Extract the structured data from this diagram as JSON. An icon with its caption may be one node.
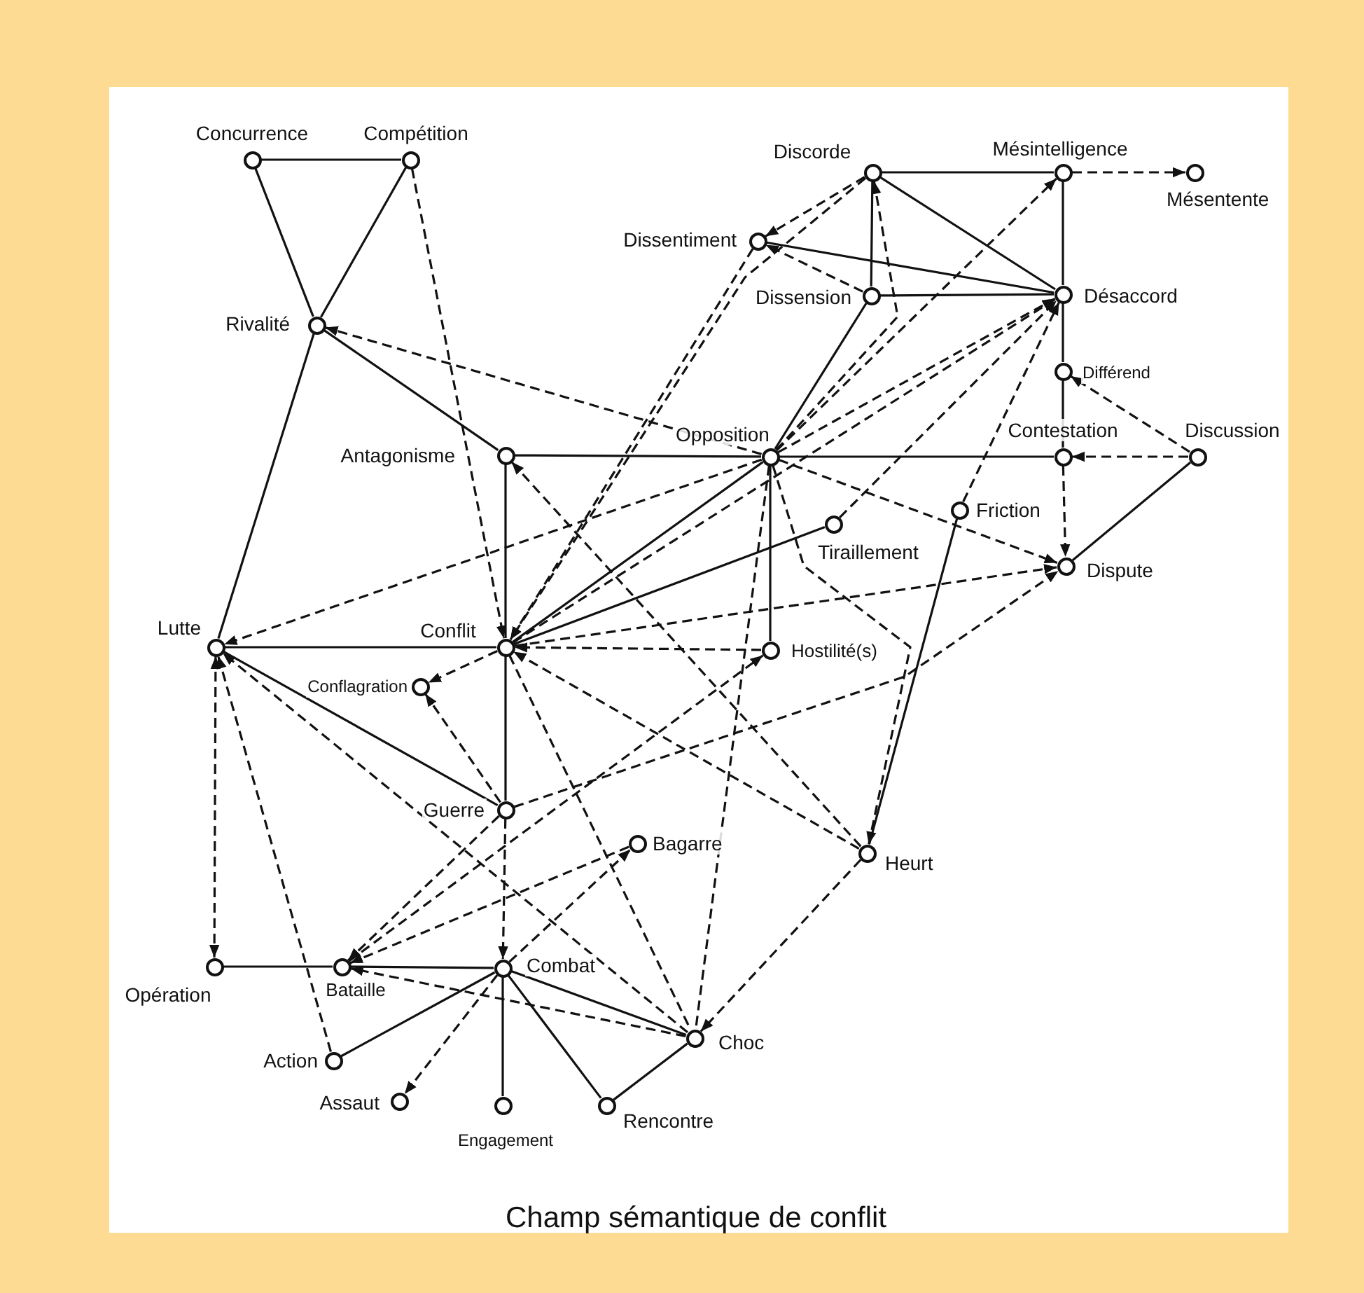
{
  "diagram": {
    "caption": "Champ sémantique de conflit",
    "nodes": [
      {
        "text": [
          "Concurrence"
        ]
      },
      {
        "text": [
          "Compétition"
        ]
      },
      {
        "text": [
          "Rivalité"
        ]
      },
      {
        "text": [
          "Discorde"
        ]
      },
      {
        "text": [
          "Mésintelligence"
        ]
      },
      {
        "text": [
          "Mésentente"
        ]
      },
      {
        "text": [
          "Dissentiment"
        ]
      },
      {
        "text": [
          "Dissension"
        ]
      },
      {
        "text": [
          "Désaccord"
        ]
      },
      {
        "text": [
          "Différend"
        ]
      },
      {
        "text": [
          "Antagonisme"
        ]
      },
      {
        "text": [
          "Opposition"
        ]
      },
      {
        "text": [
          "Contestation"
        ]
      },
      {
        "text": [
          "Discussion"
        ]
      },
      {
        "text": [
          "Friction"
        ]
      },
      {
        "text": [
          "Tiraillement"
        ]
      },
      {
        "text": [
          "Dispute"
        ]
      },
      {
        "text": [
          "Lutte"
        ]
      },
      {
        "text": [
          "Conflit"
        ]
      },
      {
        "text": [
          "Hostilité(s)"
        ]
      },
      {
        "text": [
          "Conflagration"
        ]
      },
      {
        "text": [
          "Guerre"
        ]
      },
      {
        "text": [
          "Bagarre"
        ]
      },
      {
        "text": [
          "Heurt"
        ]
      },
      {
        "text": [
          "Opération"
        ]
      },
      {
        "text": [
          "Bataille"
        ]
      },
      {
        "text": [
          "Combat"
        ]
      },
      {
        "text": [
          "Choc"
        ]
      },
      {
        "text": [
          "Action"
        ]
      },
      {
        "text": [
          "Assaut"
        ]
      },
      {
        "text": [
          "Engagement"
        ]
      },
      {
        "text": [
          "Rencontre"
        ]
      }
    ],
    "edges": [
      {
        "from": 0,
        "to": 1,
        "arrow": "none"
      },
      {
        "from": 0,
        "to": 2,
        "arrow": "none"
      },
      {
        "from": 1,
        "to": 2,
        "arrow": "none"
      },
      {
        "from": 2,
        "to": 17,
        "arrow": "none"
      },
      {
        "from": 2,
        "to": 10,
        "arrow": "none"
      },
      {
        "from": 10,
        "to": 11,
        "arrow": "none"
      },
      {
        "from": 11,
        "to": 12,
        "arrow": "none"
      },
      {
        "from": 10,
        "to": 18,
        "arrow": "none"
      },
      {
        "from": 18,
        "to": 21,
        "arrow": "none"
      },
      {
        "from": 17,
        "to": 18,
        "arrow": "none"
      },
      {
        "from": 17,
        "to": 21,
        "arrow": "none"
      },
      {
        "from": 18,
        "to": 11,
        "arrow": "none"
      },
      {
        "from": 18,
        "to": 15,
        "arrow": "none"
      },
      {
        "from": 11,
        "to": 7,
        "arrow": "none"
      },
      {
        "from": 11,
        "to": 19,
        "arrow": "none"
      },
      {
        "from": 3,
        "to": 4,
        "arrow": "none"
      },
      {
        "from": 3,
        "to": 7,
        "arrow": "none"
      },
      {
        "from": 3,
        "to": 8,
        "arrow": "none"
      },
      {
        "from": 6,
        "to": 8,
        "arrow": "none"
      },
      {
        "from": 7,
        "to": 8,
        "arrow": "none"
      },
      {
        "from": 4,
        "to": 8,
        "arrow": "none"
      },
      {
        "from": 8,
        "to": 9,
        "arrow": "none"
      },
      {
        "from": 9,
        "to": 12,
        "arrow": "none"
      },
      {
        "from": 13,
        "to": 16,
        "arrow": "none"
      },
      {
        "from": 14,
        "to": 23,
        "arrow": "none"
      },
      {
        "from": 24,
        "to": 25,
        "arrow": "none"
      },
      {
        "from": 25,
        "to": 26,
        "arrow": "none"
      },
      {
        "from": 26,
        "to": 28,
        "arrow": "none"
      },
      {
        "from": 26,
        "to": 30,
        "arrow": "none"
      },
      {
        "from": 26,
        "to": 31,
        "arrow": "none"
      },
      {
        "from": 26,
        "to": 27,
        "arrow": "none"
      },
      {
        "from": 31,
        "to": 27,
        "arrow": "none"
      },
      {
        "from": 1,
        "to": 18,
        "arrow": "to",
        "style": "dashed"
      },
      {
        "from": 11,
        "to": 2,
        "arrow": "to",
        "style": "dashed"
      },
      {
        "from": 4,
        "to": 5,
        "arrow": "to",
        "style": "dashed"
      },
      {
        "from": 3,
        "to": 6,
        "arrow": "to",
        "style": "dashed"
      },
      {
        "from": 7,
        "to": 6,
        "arrow": "to",
        "style": "dashed"
      },
      {
        "from": 13,
        "to": 12,
        "arrow": "to",
        "style": "dashed"
      },
      {
        "from": 13,
        "to": 9,
        "arrow": "to",
        "style": "dashed"
      },
      {
        "from": 12,
        "to": 16,
        "arrow": "to",
        "style": "dashed"
      },
      {
        "from": 6,
        "to": 18,
        "arrow": "to",
        "style": "dashed"
      },
      {
        "from": 3,
        "to": 18,
        "arrow": "to",
        "style": "dashed"
      },
      {
        "from": 11,
        "to": 3,
        "arrow": "to",
        "style": "dashed"
      },
      {
        "from": 11,
        "to": 4,
        "arrow": "to",
        "style": "dashed"
      },
      {
        "from": 11,
        "to": 8,
        "arrow": "to",
        "style": "dashed"
      },
      {
        "from": 18,
        "to": 8,
        "arrow": "to",
        "style": "dashed"
      },
      {
        "from": 15,
        "to": 8,
        "arrow": "to",
        "style": "dashed"
      },
      {
        "from": 14,
        "to": 8,
        "arrow": "to",
        "style": "dashed"
      },
      {
        "from": 11,
        "to": 16,
        "arrow": "to",
        "style": "dashed"
      },
      {
        "from": 18,
        "to": 16,
        "arrow": "to",
        "style": "dashed"
      },
      {
        "from": 21,
        "to": 16,
        "arrow": "to",
        "style": "dashed"
      },
      {
        "from": 11,
        "to": 17,
        "arrow": "to",
        "style": "dashed"
      },
      {
        "from": 23,
        "to": 10,
        "arrow": "to",
        "style": "dashed"
      },
      {
        "from": 23,
        "to": 18,
        "arrow": "to",
        "style": "dashed"
      },
      {
        "from": 11,
        "to": 23,
        "arrow": "to",
        "style": "dashed"
      },
      {
        "from": 19,
        "to": 18,
        "arrow": "to",
        "style": "dashed"
      },
      {
        "from": 25,
        "to": 19,
        "arrow": "to",
        "style": "dashed"
      },
      {
        "from": 18,
        "to": 20,
        "arrow": "to",
        "style": "dashed"
      },
      {
        "from": 21,
        "to": 20,
        "arrow": "to",
        "style": "dashed"
      },
      {
        "from": 17,
        "to": 24,
        "arrow": "both",
        "style": "dashed"
      },
      {
        "from": 28,
        "to": 17,
        "arrow": "to",
        "style": "dashed"
      },
      {
        "from": 27,
        "to": 17,
        "arrow": "to",
        "style": "dashed"
      },
      {
        "from": 21,
        "to": 25,
        "arrow": "to",
        "style": "dashed"
      },
      {
        "from": 22,
        "to": 25,
        "arrow": "to",
        "style": "dashed"
      },
      {
        "from": 26,
        "to": 22,
        "arrow": "to",
        "style": "dashed"
      },
      {
        "from": 21,
        "to": 26,
        "arrow": "to",
        "style": "dashed"
      },
      {
        "from": 27,
        "to": 25,
        "arrow": "to",
        "style": "dashed"
      },
      {
        "from": 26,
        "to": 29,
        "arrow": "to",
        "style": "dashed"
      },
      {
        "from": 18,
        "to": 27,
        "arrow": "none",
        "style": "dashed"
      },
      {
        "from": 11,
        "to": 27,
        "arrow": "none",
        "style": "dashed"
      },
      {
        "from": 23,
        "to": 27,
        "arrow": "to",
        "style": "dashed"
      }
    ]
  }
}
